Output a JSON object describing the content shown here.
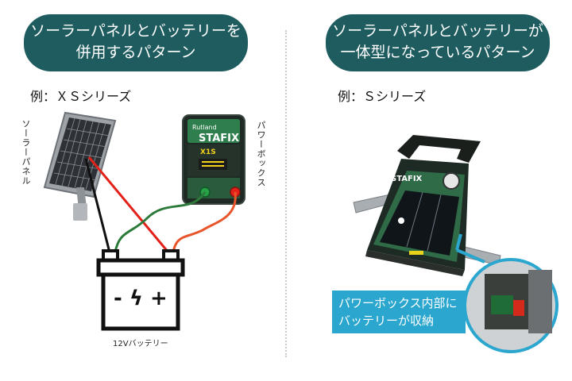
{
  "left": {
    "title_line1": "ソーラーパネルとバッテリーを",
    "title_line2": "併用するパターン",
    "example": "例：ＸＳシリーズ",
    "label_solar_panel": "ソーラーパネル",
    "label_power_box": "パワーボックス",
    "label_battery": "12Vバッテリー",
    "device_brand": "STAFIX",
    "device_model": "X1S",
    "battery_symbols": "- ϟ +"
  },
  "right": {
    "title_line1": "ソーラーパネルとバッテリーが",
    "title_line2": "一体型になっているパターン",
    "example": "例：Ｓシリーズ",
    "device_brand": "STAFIX",
    "callout_line1": "パワーボックス内部に",
    "callout_line2": "バッテリーが収納"
  },
  "colors": {
    "pill_background": "#1e5c60",
    "callout_background": "#2aa6cf",
    "wire_red": "#e22118",
    "wire_green": "#2c7a3a",
    "wire_orange": "#e8552a",
    "device_green": "#2f7f4e"
  }
}
